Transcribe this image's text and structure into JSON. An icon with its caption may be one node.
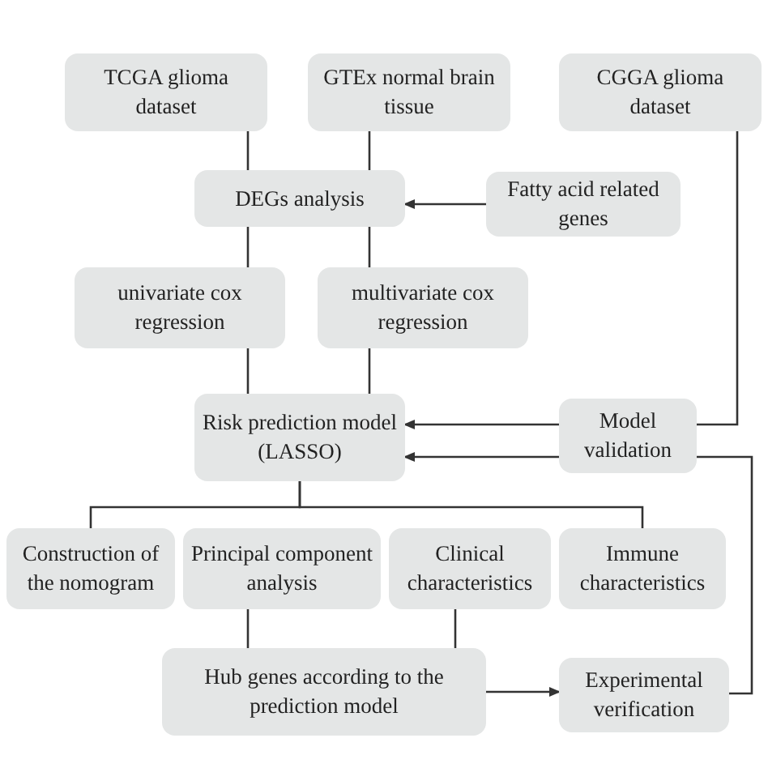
{
  "diagram": {
    "nodes": [
      {
        "text": [
          "TCGA glioma dataset"
        ]
      },
      {
        "text": [
          "GTEx normal brain tissue"
        ]
      },
      {
        "text": [
          "CGGA glioma dataset"
        ]
      },
      {
        "text": [
          "DEGs analysis"
        ]
      },
      {
        "text": [
          "Fatty acid related genes"
        ]
      },
      {
        "text": [
          "univariate cox regression"
        ]
      },
      {
        "text": [
          "multivariate cox regression"
        ]
      },
      {
        "text": [
          "Risk prediction model (LASSO)"
        ]
      },
      {
        "text": [
          "Model validation"
        ]
      },
      {
        "text": [
          "Construction of the nomogram"
        ]
      },
      {
        "text": [
          "Principal component analysis"
        ]
      },
      {
        "text": [
          "Clinical characteristics"
        ]
      },
      {
        "text": [
          "Immune characteristics"
        ]
      },
      {
        "text": [
          "Hub genes according to the prediction model"
        ]
      },
      {
        "text": [
          "Experimental verification"
        ]
      }
    ],
    "edges": [
      {
        "from": 0,
        "to": 3,
        "arrow": "none"
      },
      {
        "from": 1,
        "to": 3,
        "arrow": "none"
      },
      {
        "from": 4,
        "to": 3,
        "arrow": "to"
      },
      {
        "from": 3,
        "to": 5,
        "arrow": "none"
      },
      {
        "from": 3,
        "to": 6,
        "arrow": "none"
      },
      {
        "from": 5,
        "to": 7,
        "arrow": "none"
      },
      {
        "from": 6,
        "to": 7,
        "arrow": "none"
      },
      {
        "from": 2,
        "to": 8,
        "arrow": "none"
      },
      {
        "from": 8,
        "to": 7,
        "arrow": "to"
      },
      {
        "from": 14,
        "to": 8,
        "arrow": "none"
      },
      {
        "from": 8,
        "to": 7,
        "arrow": "to"
      },
      {
        "from": 7,
        "to": 9,
        "arrow": "none"
      },
      {
        "from": 7,
        "to": 12,
        "arrow": "none"
      },
      {
        "from": 10,
        "to": 13,
        "arrow": "none"
      },
      {
        "from": 11,
        "to": 13,
        "arrow": "none"
      },
      {
        "from": 13,
        "to": 14,
        "arrow": "to"
      }
    ]
  }
}
